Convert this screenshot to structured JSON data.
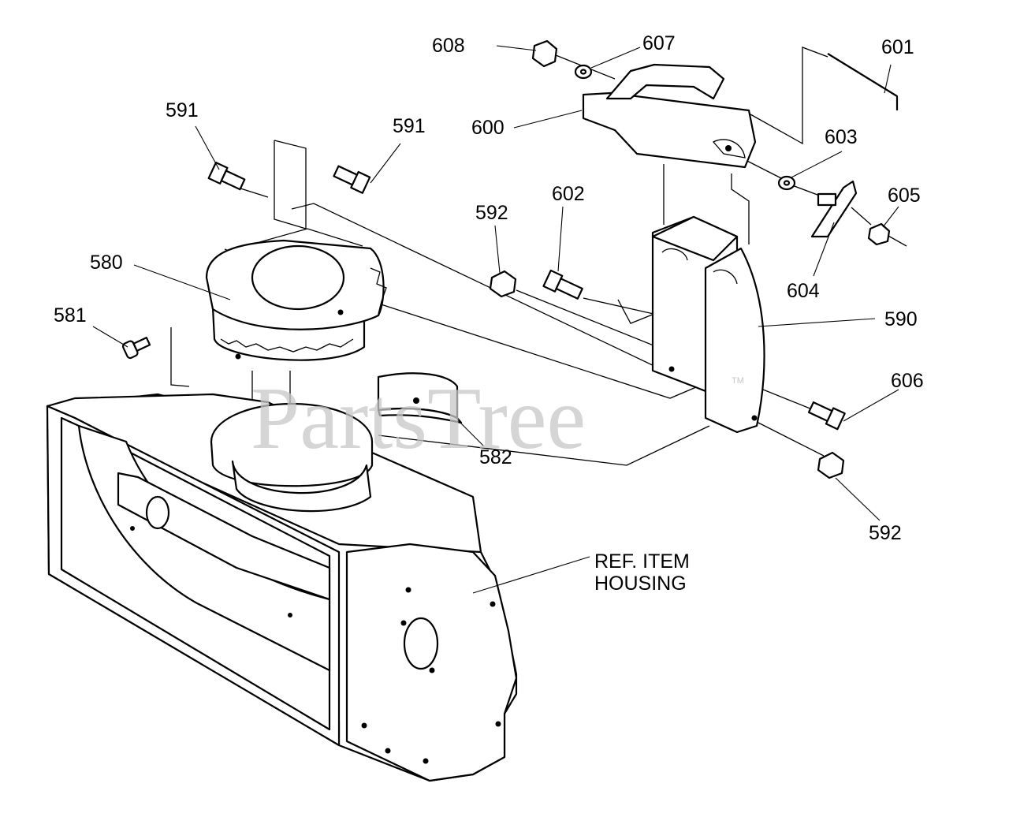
{
  "watermark": "PartsTree",
  "watermark_mark": "TM",
  "callouts": {
    "p608": "608",
    "p607": "607",
    "p601": "601",
    "p600": "600",
    "p591a": "591",
    "p591b": "591",
    "p603": "603",
    "p605": "605",
    "p602": "602",
    "p592a": "592",
    "p580": "580",
    "p604": "604",
    "p590": "590",
    "p581": "581",
    "p606": "606",
    "p582": "582",
    "p592b": "592",
    "ref_line1": "REF. ITEM",
    "ref_line2": "HOUSING"
  }
}
